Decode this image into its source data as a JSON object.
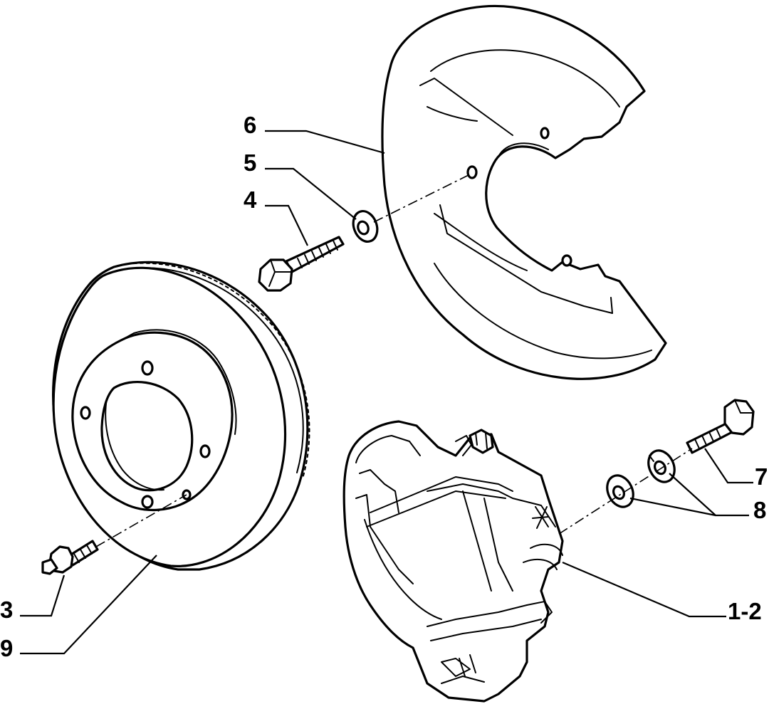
{
  "diagram": {
    "colors": {
      "line": "#000000",
      "background": "#ffffff",
      "fill": "#ffffff"
    },
    "callouts": {
      "label_1_2": "1-2",
      "label_3": "3",
      "label_4": "4",
      "label_5": "5",
      "label_6": "6",
      "label_7": "7",
      "label_8": "8",
      "label_9": "9"
    }
  }
}
